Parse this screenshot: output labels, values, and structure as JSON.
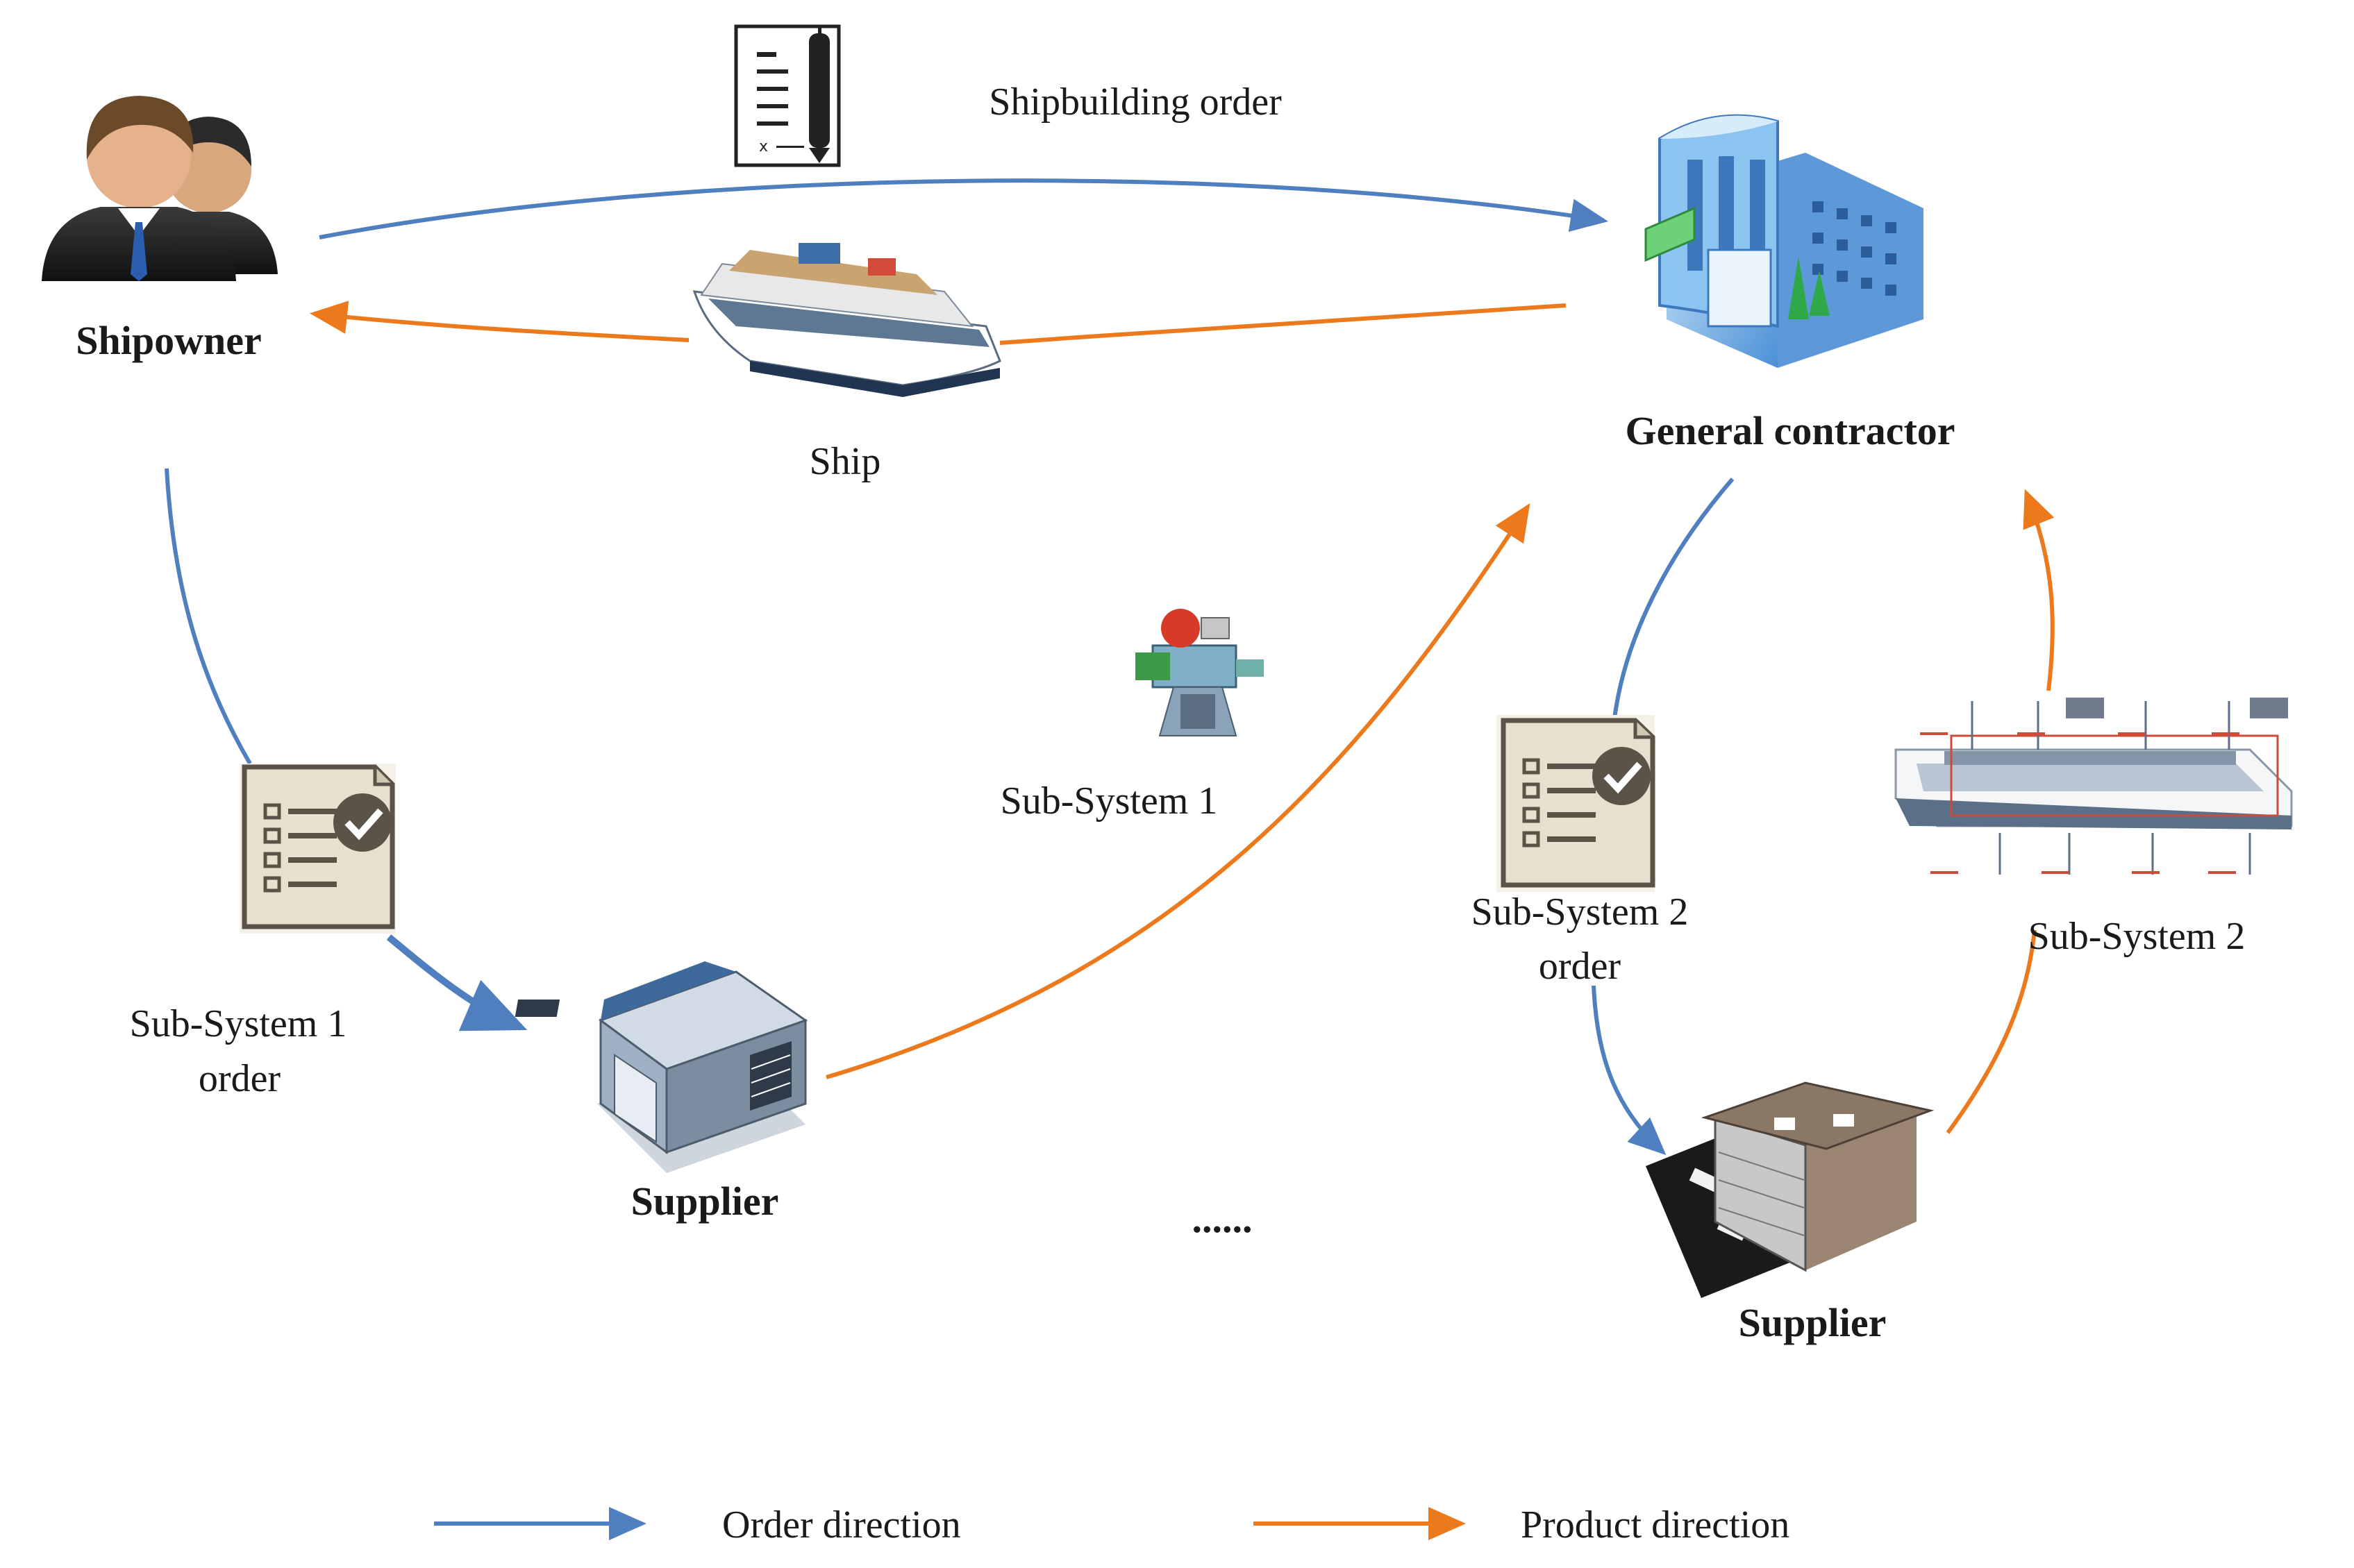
{
  "labels": {
    "shipowner": "Shipowner",
    "shipbuilding_order": "Shipbuilding order",
    "ship": "Ship",
    "general_contractor": "General contractor",
    "sub_system_1": "Sub-System 1",
    "sub_system_1_order_line1": "Sub-System 1",
    "sub_system_1_order_line2": "order",
    "supplier_1": "Supplier",
    "ellipsis": "......",
    "sub_system_2_order_line1": "Sub-System 2",
    "sub_system_2_order_line2": "order",
    "sub_system_2": "Sub-System 2",
    "supplier_2": "Supplier"
  },
  "legend": {
    "order_direction": "Order direction",
    "product_direction": "Product direction"
  },
  "colors": {
    "order": "#4f7fbf",
    "product": "#ec7a1c"
  },
  "icons": {
    "shipowner": "people-icon",
    "shipbuilding_order": "contract-document-icon",
    "ship": "cruise-ship-icon",
    "general_contractor": "office-building-icon",
    "sub_system_1": "engine-machinery-icon",
    "sub_system_1_order": "checklist-icon",
    "supplier_1": "warehouse-icon",
    "sub_system_2_order": "checklist-icon",
    "sub_system_2": "ship-system-schematic-icon",
    "supplier_2": "factory-building-icon"
  }
}
